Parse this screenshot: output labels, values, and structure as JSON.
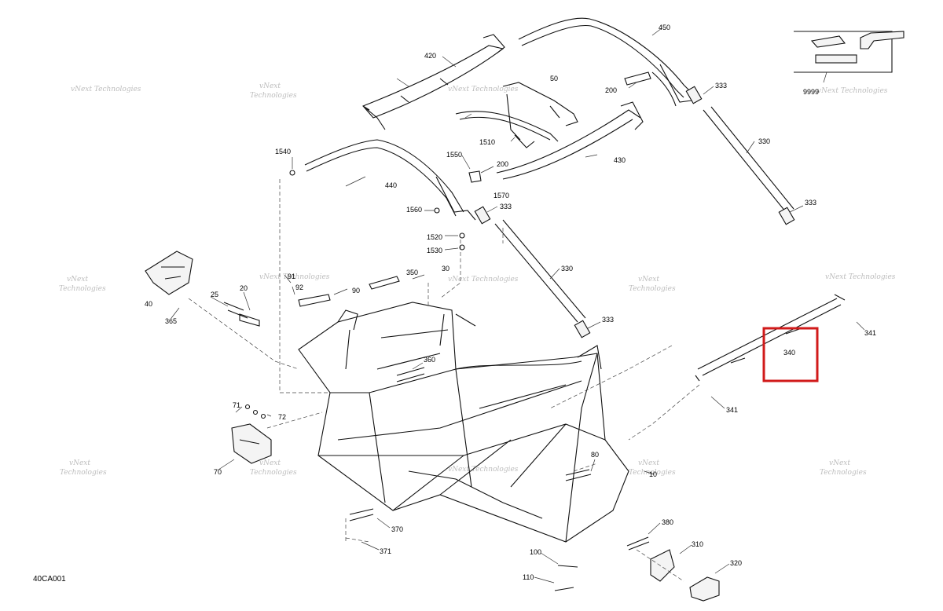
{
  "diagram": {
    "reference_code": "40CA001",
    "watermark_line1": "vNext",
    "watermark_line2": "Technologies",
    "watermark_single": "vNext Technologies",
    "highlight_color": "#d11a1a",
    "callouts": {
      "c10": "10",
      "c20": "20",
      "c25": "25",
      "c30": "30",
      "c40": "40",
      "c50": "50",
      "c70": "70",
      "c71": "71",
      "c72": "72",
      "c80": "80",
      "c90": "90",
      "c91": "91",
      "c92": "92",
      "c100": "100",
      "c110": "110",
      "c200a": "200",
      "c200b": "200",
      "c310": "310",
      "c320": "320",
      "c330a": "330",
      "c330b": "330",
      "c333a": "333",
      "c333b": "333",
      "c333c": "333",
      "c333d": "333",
      "c340": "340",
      "c341a": "341",
      "c341b": "341",
      "c350": "350",
      "c360": "360",
      "c365": "365",
      "c370": "370",
      "c371": "371",
      "c380": "380",
      "c420": "420",
      "c430": "430",
      "c440": "440",
      "c450": "450",
      "c1510": "1510",
      "c1520": "1520",
      "c1530": "1530",
      "c1540": "1540",
      "c1550": "1550",
      "c1560": "1560",
      "c1570": "1570",
      "c9999": "9999"
    }
  }
}
